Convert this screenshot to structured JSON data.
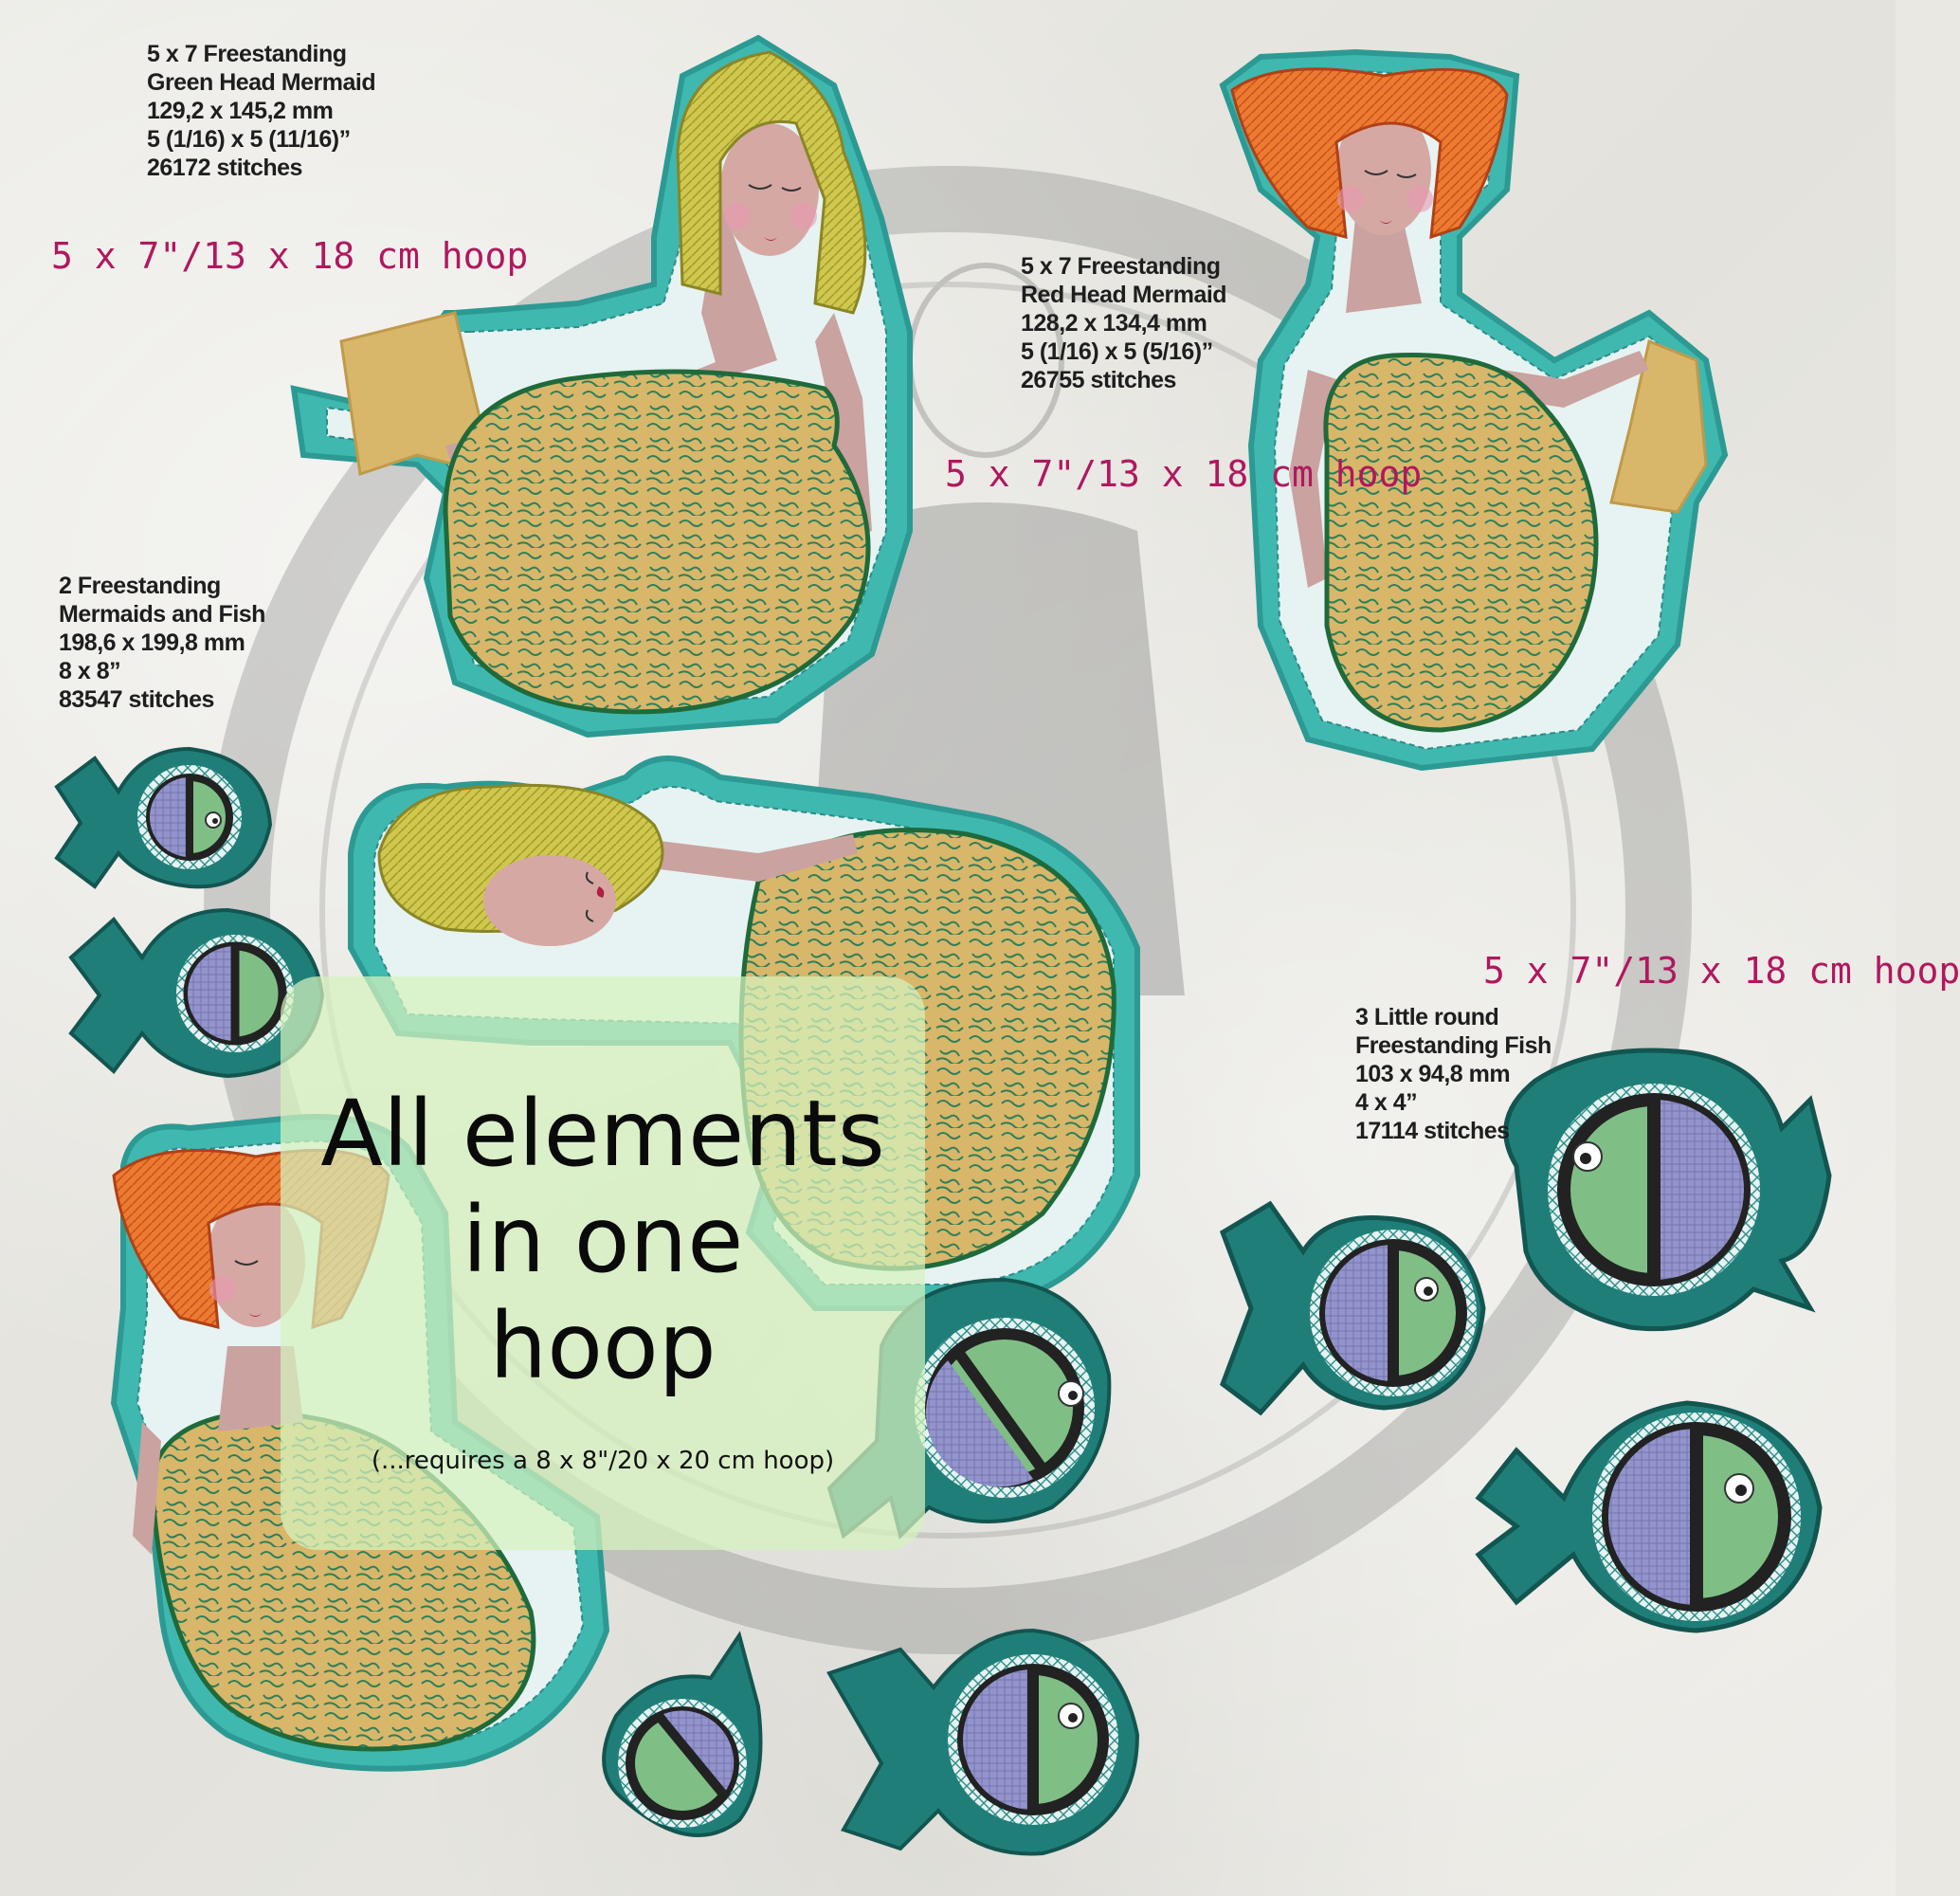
{
  "designs": {
    "green_mermaid": {
      "lines": [
        "5 x 7 Freestanding",
        "Green Head Mermaid",
        "129,2 x 145,2 mm",
        "5 (1/16) x 5 (11/16)”",
        "26172 stitches"
      ],
      "hoop": "5 x 7\"/13 x 18 cm hoop"
    },
    "red_mermaid": {
      "lines": [
        "5 x 7 Freestanding",
        "Red Head Mermaid",
        "128,2 x 134,4 mm",
        "5 (1/16) x 5 (5/16)”",
        "26755 stitches"
      ],
      "hoop": "5 x 7\"/13 x 18 cm hoop"
    },
    "mermaids_and_fish": {
      "lines": [
        "2 Freestanding",
        "Mermaids and Fish",
        "198,6 x 199,8 mm",
        "8 x 8”",
        "83547 stitches"
      ]
    },
    "round_fish": {
      "lines": [
        "3 Little round",
        "Freestanding Fish",
        "103 x 94,8 mm",
        "4 x 4”",
        "17114 stitches"
      ],
      "hoop": "5 x 7\"/13 x 18 cm hoop"
    }
  },
  "overlay": {
    "title_lines": [
      "All elements",
      "in one",
      "hoop"
    ],
    "note": "(...requires a 8 x 8\"/20 x 20 cm hoop)"
  },
  "colors": {
    "accent_text": "#b0185e",
    "border_teal": "#3fb8b0",
    "border_dark_teal": "#1f7f78",
    "tail_gold": "#d8b76a",
    "hair_blonde": "#c9c24a",
    "hair_red": "#e46a2a",
    "skin": "#caa2a0",
    "fish_green": "#7fbf86",
    "fish_purple": "#8f8fc6"
  },
  "icons": [
    "mermaid-illustration",
    "fish-illustration",
    "watermark-logo"
  ]
}
